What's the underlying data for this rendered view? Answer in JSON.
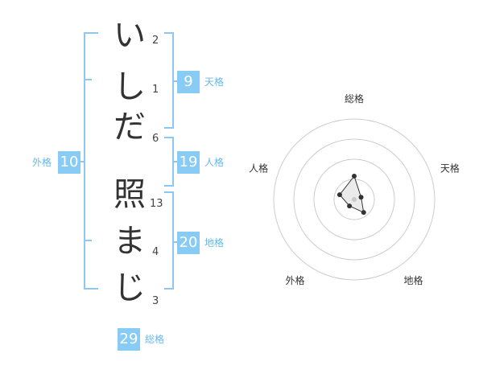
{
  "name": {
    "chars": [
      "い",
      "し",
      "だ",
      "照",
      "ま",
      "じ"
    ],
    "strokes": [
      "2",
      "1",
      "6",
      "13",
      "4",
      "3"
    ]
  },
  "fortunes": {
    "tenkaku": {
      "label": "天格",
      "value": "9"
    },
    "jinkaku": {
      "label": "人格",
      "value": "19"
    },
    "chikaku": {
      "label": "地格",
      "value": "20"
    },
    "gaikaku": {
      "label": "外格",
      "value": "10"
    },
    "soukaku": {
      "label": "総格",
      "value": "29"
    }
  },
  "chart_data": {
    "type": "radar",
    "axes": [
      "総格",
      "天格",
      "地格",
      "外格",
      "人格"
    ],
    "values": [
      29,
      9,
      20,
      10,
      19
    ],
    "rmax": 100,
    "rings": 4,
    "colors": {
      "stroke": "#333333",
      "fill": "#e6e6e6",
      "ring": "#cccccc",
      "center": "#c8c8c8"
    }
  }
}
